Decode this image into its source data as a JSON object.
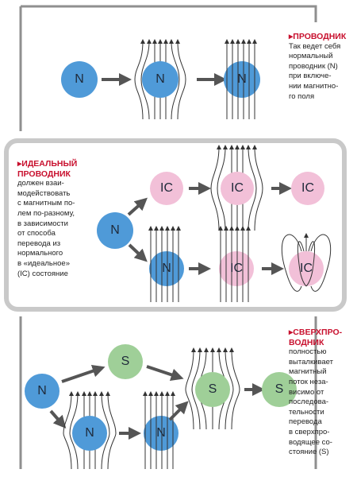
{
  "colors": {
    "normal_fill": "#4f9ad8",
    "ideal_fill": "#f2c0d8",
    "super_fill": "#9fcf98",
    "frame": "#8f8f8f",
    "panel_bg": "#ececec",
    "title_red": "#c8102e",
    "arrow": "#555555",
    "field_line": "#333333"
  },
  "labels": {
    "normal": "N",
    "ideal": "IC",
    "super": "S"
  },
  "conductor": {
    "title": "ПРОВОДНИК",
    "text": "Так ведет себя\nнормальный\nпроводник (N)\nпри включе-\nнии магнитно-\nго поля"
  },
  "ideal_conductor": {
    "title": "ИДЕАЛЬНЫЙ\nПРОВОДНИК",
    "text": "должен взаи-\nмодействовать\nс магнитным по-\nлем по-разному,\nв зависимости\nот способа\nперевода из\nнормального\nв «идеальное»\n(IC) состояние"
  },
  "superconductor": {
    "title": "СВЕРХПРО-\nВОДНИК",
    "text": "полностью\nвыталкивает\nмагнитный\nпоток неза-\nвисимо от\nпоследова-\nтельности\nперевода\nв сверхпро-\nводящее со-\nстояние (S)"
  }
}
